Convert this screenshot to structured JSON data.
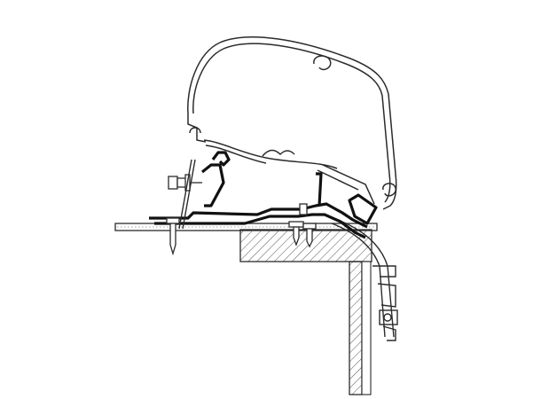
{
  "diagram": {
    "type": "technical-cross-section",
    "colors": {
      "background": "#ffffff",
      "outline": "#2b2b2b",
      "hatch": "#555555",
      "adapter_fill": "#111111"
    },
    "parts": [
      "awning-housing-profile",
      "adapter-rail-profile",
      "roof-panel",
      "wall-panel",
      "corner-trim-profile",
      "fixing-bolts",
      "hatched-frame-block"
    ]
  }
}
